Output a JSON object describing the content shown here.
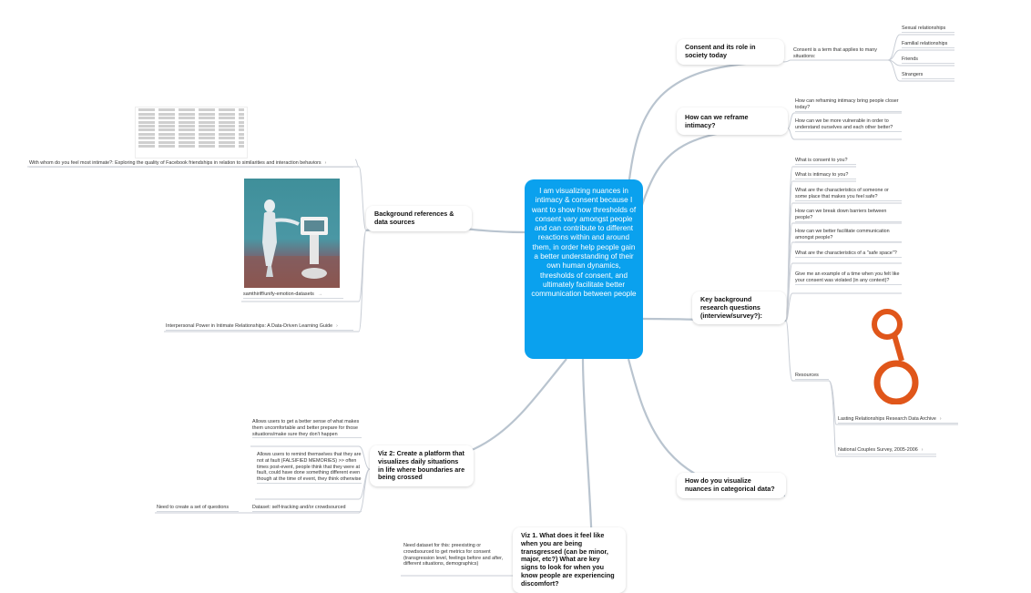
{
  "central": {
    "text": "I am visualizing nuances in intimacy & consent because I want to show how thresholds of consent vary amongst people and can contribute to different reactions within and around them, in order help people gain a better understanding of their own human dynamics, thresholds of consent, and ultimately facilitate better communication between people"
  },
  "topics": {
    "consent": {
      "title": "Consent and its role in society today",
      "note": "Consent is a term that applies to many situations:",
      "items": [
        "Sexual relationships",
        "Familial relationships",
        "Friends",
        "Strangers"
      ]
    },
    "reframe": {
      "title": "How can we reframe intimacy?",
      "items": [
        "How can reframing intimacy bring people closer today?",
        "How can we be more vulnerable in order to understand ourselves and each other better?"
      ]
    },
    "questions": {
      "title": "Key background research questions (interview/survey?):",
      "items": [
        "What is consent to you?",
        "What is intimacy to you?",
        "What are the characteristics of someone or some place that makes you feel safe?",
        "How can we break down barriers between people?",
        "How can we better facilitate communication amongst people?",
        "What are the characteristics of a \"safe space\"?",
        "Give me an example of a time when you felt like your consent was violated (in any context)?"
      ],
      "resources_label": "Resources",
      "resources": [
        "Lasting Relationships Research Data Archive",
        "National Couples Survey, 2005-2006"
      ]
    },
    "nuances": {
      "title": "How do you visualize nuances in categorical data?"
    },
    "viz1": {
      "title": "Viz 1. What does it feel like when you are being transgressed (can be minor, major, etc?) What are key signs to look for when you know people are experiencing discomfort?",
      "note": "Need dataset for this: preexisting or crowdsourced to get metrics for consent (transgression level, feelings before and after, different situations, demographics)"
    },
    "viz2": {
      "title": "Viz 2: Create a platform that visualizes daily situations in life where boundaries are being crossed",
      "items": [
        "Allows users to get a better sense of what makes them uncomfortable and better prepare for those situations/make sure they don't happen",
        "Allows users to remind themselves that they are not at fault (FALSIFIED MEMORIES) >> often times post-event, people think that they were at fault, could have done something different even though at the time of event, they think otherwise",
        "Dataset: self-tracking and/or crowdsourced"
      ],
      "dataset_note": "Need to create a set of questions"
    },
    "background": {
      "title": "Background references & data sources",
      "items": [
        "With whom do you feel most intimate?: Exploring the quality of Facebook friendships in relation to similarities and interaction behaviors",
        "samthiriff/unify-emotion-datasets",
        "Interpersonal Power in Intimate Relationships: A Data-Driven Learning Guide"
      ],
      "arrow": "›",
      "link_arrow": "→"
    }
  },
  "colors": {
    "central": "#0aa1ee",
    "edge": "#c9ced6",
    "logo": "#e0561a"
  }
}
